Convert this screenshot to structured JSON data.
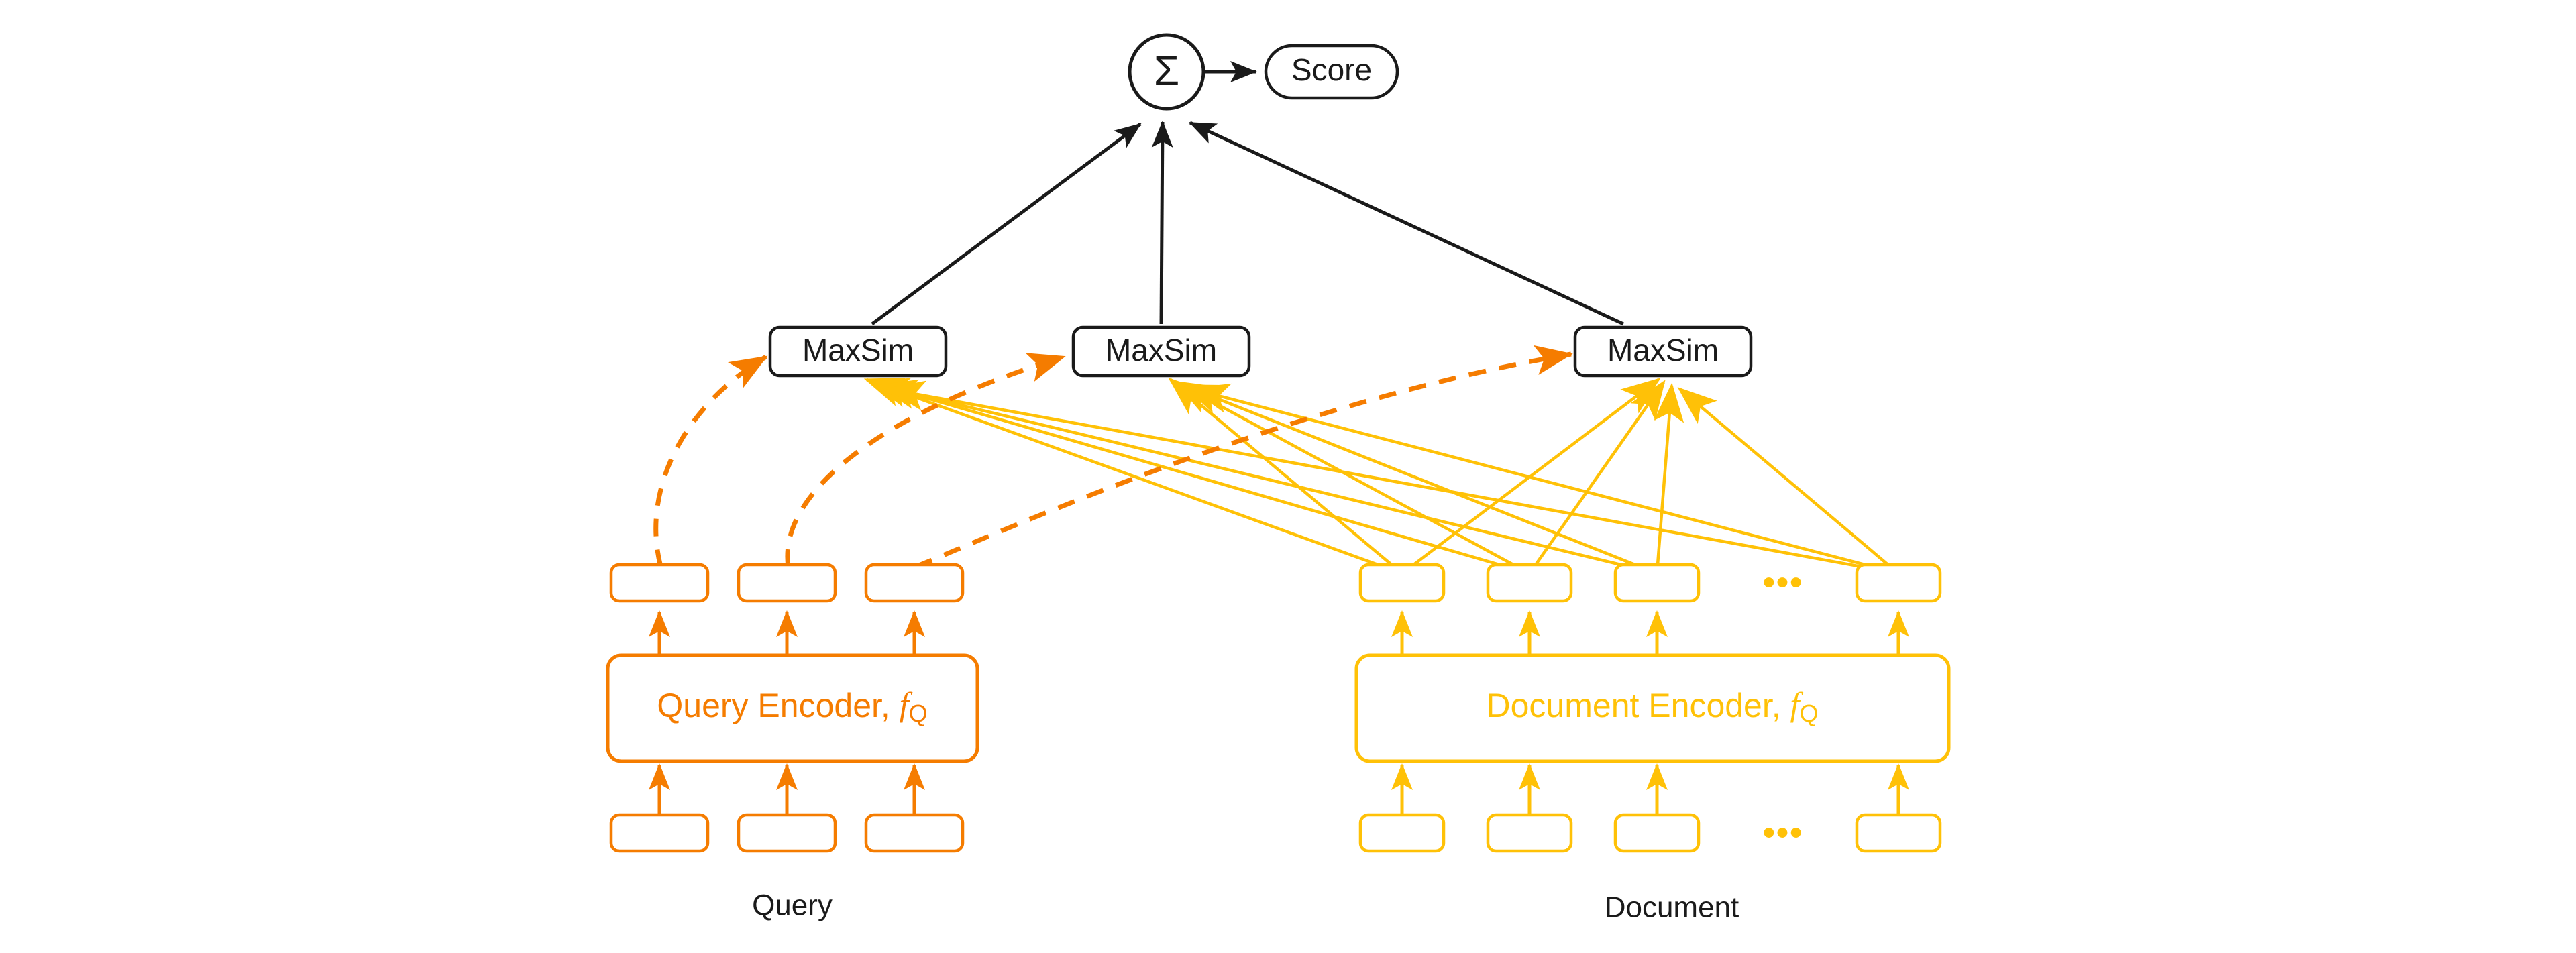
{
  "figure": {
    "title": "Late interaction retrieval architecture",
    "background_color": "#ffffff"
  },
  "colors": {
    "black": "#1a1a1a",
    "query_orange": "#F57C00",
    "document_yellow": "#FFC107",
    "white": "#ffffff"
  },
  "aggregator": {
    "symbol": "Σ",
    "name": "summation-node"
  },
  "score": {
    "label": "Score"
  },
  "maxsim": {
    "label": "MaxSim",
    "nodes": [
      {
        "label": "MaxSim"
      },
      {
        "label": "MaxSim"
      },
      {
        "label": "MaxSim"
      }
    ]
  },
  "query": {
    "caption": "Query",
    "encoder_label_main": "Query Encoder, ",
    "encoder_fn": "f",
    "encoder_fn_sub": "Q",
    "color": "#F57C00",
    "embedding_count": 3,
    "token_count": 3,
    "embeddings": [
      {
        "id": "q1"
      },
      {
        "id": "q2"
      },
      {
        "id": "q3"
      }
    ],
    "tokens": [
      {
        "id": "qt1"
      },
      {
        "id": "qt2"
      },
      {
        "id": "qt3"
      }
    ]
  },
  "document": {
    "caption": "Document",
    "encoder_label_main": "Document Encoder, ",
    "encoder_fn": "f",
    "encoder_fn_sub": "Q",
    "color": "#FFC107",
    "ellipsis": "•••",
    "embedding_count": 4,
    "token_count": 4,
    "embeddings": [
      {
        "id": "d1"
      },
      {
        "id": "d2"
      },
      {
        "id": "d3"
      },
      {
        "id": "d4"
      }
    ],
    "tokens": [
      {
        "id": "dt1"
      },
      {
        "id": "dt2"
      },
      {
        "id": "dt3"
      },
      {
        "id": "dt4"
      }
    ]
  },
  "edges": {
    "query_to_maxsim_style": "dashed",
    "document_to_maxsim_style": "solid",
    "maxsim_to_sum_style": "solid",
    "sum_to_score_style": "solid"
  }
}
